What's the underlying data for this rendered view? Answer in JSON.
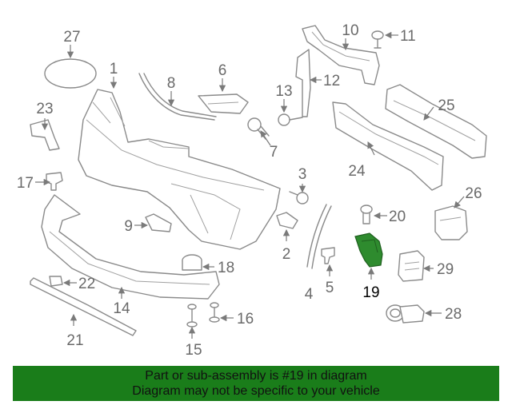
{
  "diagram": {
    "callouts": [
      {
        "id": "1",
        "label": "1"
      },
      {
        "id": "2",
        "label": "2"
      },
      {
        "id": "3",
        "label": "3"
      },
      {
        "id": "4",
        "label": "4"
      },
      {
        "id": "5",
        "label": "5"
      },
      {
        "id": "6",
        "label": "6"
      },
      {
        "id": "7",
        "label": "7"
      },
      {
        "id": "8",
        "label": "8"
      },
      {
        "id": "9",
        "label": "9"
      },
      {
        "id": "10",
        "label": "10"
      },
      {
        "id": "11",
        "label": "11"
      },
      {
        "id": "12",
        "label": "12"
      },
      {
        "id": "13",
        "label": "13"
      },
      {
        "id": "14",
        "label": "14"
      },
      {
        "id": "15",
        "label": "15"
      },
      {
        "id": "16",
        "label": "16"
      },
      {
        "id": "17",
        "label": "17"
      },
      {
        "id": "18",
        "label": "18"
      },
      {
        "id": "19",
        "label": "19"
      },
      {
        "id": "20",
        "label": "20"
      },
      {
        "id": "21",
        "label": "21"
      },
      {
        "id": "22",
        "label": "22"
      },
      {
        "id": "23",
        "label": "23"
      },
      {
        "id": "24",
        "label": "24"
      },
      {
        "id": "25",
        "label": "25"
      },
      {
        "id": "26",
        "label": "26"
      },
      {
        "id": "27",
        "label": "27"
      },
      {
        "id": "28",
        "label": "28"
      },
      {
        "id": "29",
        "label": "29"
      }
    ],
    "highlighted_part": "19",
    "highlight_color": "#2e8b2e",
    "line_color": "#8a8a8a"
  },
  "banner": {
    "line1": "Part or sub-assembly is #19 in diagram",
    "line2": "Diagram may not be specific to your vehicle",
    "background": "#1a7d1a"
  }
}
